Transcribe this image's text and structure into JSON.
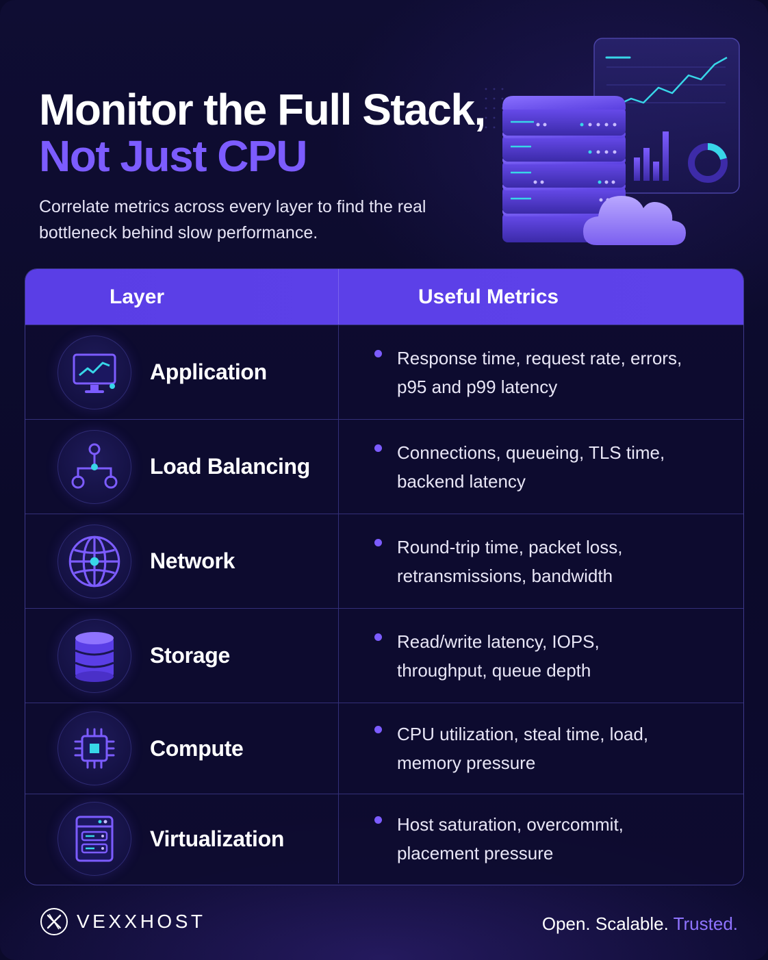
{
  "header": {
    "title_line1": "Monitor the Full Stack,",
    "title_line2": "Not Just CPU",
    "subtitle": "Correlate metrics across every layer to find the real bottleneck behind slow performance."
  },
  "table": {
    "columns": [
      "Layer",
      "Useful Metrics"
    ],
    "rows": [
      {
        "layer": "Application",
        "icon": "monitor-chart-icon",
        "metrics": "Response time, request rate, errors, p95 and p99 latency"
      },
      {
        "layer": "Load Balancing",
        "icon": "load-balancer-icon",
        "metrics": "Connections, queueing, TLS time, backend latency"
      },
      {
        "layer": "Network",
        "icon": "globe-icon",
        "metrics": "Round-trip time, packet loss, retransmissions, bandwidth"
      },
      {
        "layer": "Storage",
        "icon": "database-icon",
        "metrics": "Read/write latency, IOPS, throughput, queue depth"
      },
      {
        "layer": "Compute",
        "icon": "cpu-chip-icon",
        "metrics": "CPU utilization, steal time, load, memory pressure"
      },
      {
        "layer": "Virtualization",
        "icon": "server-rack-icon",
        "metrics": "Host saturation, overcommit, placement pressure"
      }
    ]
  },
  "footer": {
    "brand": "VEXXHOST",
    "tagline_prefix": "Open. Scalable.",
    "tagline_accent": "Trusted."
  },
  "colors": {
    "background": "#0b0a2a",
    "accent": "#7c5cff",
    "header_bar": "#5a3ee6",
    "highlight_cyan": "#38d6e8"
  }
}
